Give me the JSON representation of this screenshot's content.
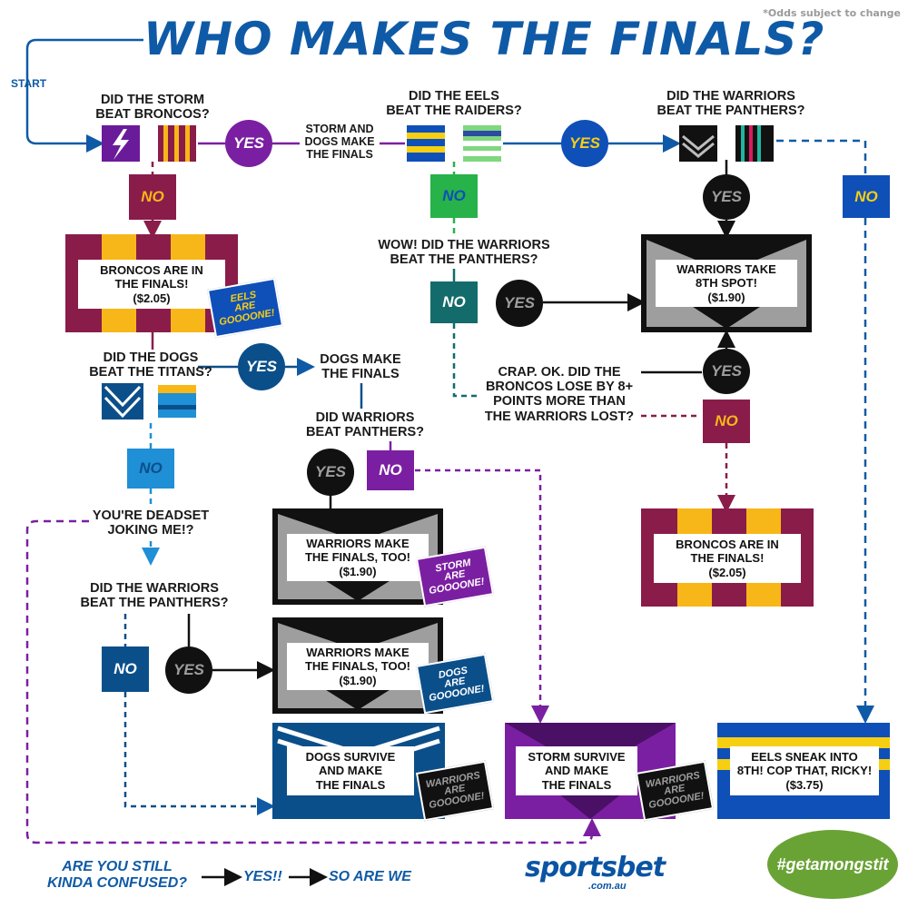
{
  "header": {
    "title": "WHO MAKES THE FINALS?",
    "note": "*Odds subject to change",
    "start_label": "START"
  },
  "questions": {
    "storm_broncos": "DID THE STORM\nBEAT BRONCOS?",
    "eels_raiders": "DID THE EELS\nBEAT THE RAIDERS?",
    "warriors_panthers_1": "DID THE WARRIORS\nBEAT THE PANTHERS?",
    "wow_warriors": "WOW! DID THE WARRIORS\nBEAT THE PANTHERS?",
    "dogs_titans": "DID THE DOGS\nBEAT THE TITANS?",
    "warriors_beat_panthers": "DID WARRIORS\nBEAT PANTHERS?",
    "crap_ok": "CRAP. OK. DID THE\nBRONCOS LOSE BY 8+\nPOINTS MORE THAN\nTHE WARRIORS LOST?",
    "deadset": "YOU'RE DEADSET\nJOKING ME!?",
    "warriors_panthers_2": "DID THE WARRIORS\nBEAT THE PANTHERS?"
  },
  "labels": {
    "storm_dogs_make": "STORM AND\nDOGS MAKE\nTHE FINALS",
    "dogs_make": "DOGS MAKE\nTHE FINALS"
  },
  "answers": {
    "yes": "YES",
    "no": "NO"
  },
  "outcomes": {
    "broncos_in_1": "BRONCOS ARE IN\nTHE FINALS!\n($2.05)",
    "warriors_8th": "WARRIORS TAKE\n8TH SPOT!\n($1.90)",
    "broncos_in_2": "BRONCOS ARE IN\nTHE FINALS!\n($2.05)",
    "warriors_too_1": "WARRIORS MAKE\nTHE FINALS, TOO!\n($1.90)",
    "warriors_too_2": "WARRIORS MAKE\nTHE FINALS, TOO!\n($1.90)",
    "dogs_survive": "DOGS SURVIVE\nAND MAKE\nTHE FINALS",
    "storm_survive": "STORM SURVIVE\nAND MAKE\nTHE FINALS",
    "eels_sneak": "EELS SNEAK INTO\n8TH! COP THAT, RICKY!\n($3.75)"
  },
  "stickers": {
    "eels_gone": "EELS\nARE\nGOOOONE!",
    "storm_gone": "STORM\nARE\nGOOOONE!",
    "dogs_gone": "DOGS\nARE\nGOOOONE!",
    "warriors_gone_1": "WARRIORS\nARE\nGOOOONE!",
    "warriors_gone_2": "WARRIORS\nARE\nGOOOONE!"
  },
  "footer": {
    "confused": "ARE YOU STILL\nKINDA CONFUSED?",
    "yes": "YES!!",
    "so_are_we": "SO ARE WE",
    "brand": "sportsbet",
    "brand_domain": ".com.au",
    "hashtag": "#getamongstit"
  },
  "colors": {
    "title_blue": "#0f5aa6",
    "storm_purple": "#7b1fa2",
    "broncos_maroon": "#8a1c4a",
    "eels_blue": "#0f4fb8",
    "eels_green": "#27b24a",
    "dogs_blue": "#0b4f8a",
    "dogs_light_blue": "#1f8fd6",
    "teal": "#146b6b",
    "gold": "#f7b718",
    "black": "#111111",
    "grey": "#9a9a9a"
  }
}
